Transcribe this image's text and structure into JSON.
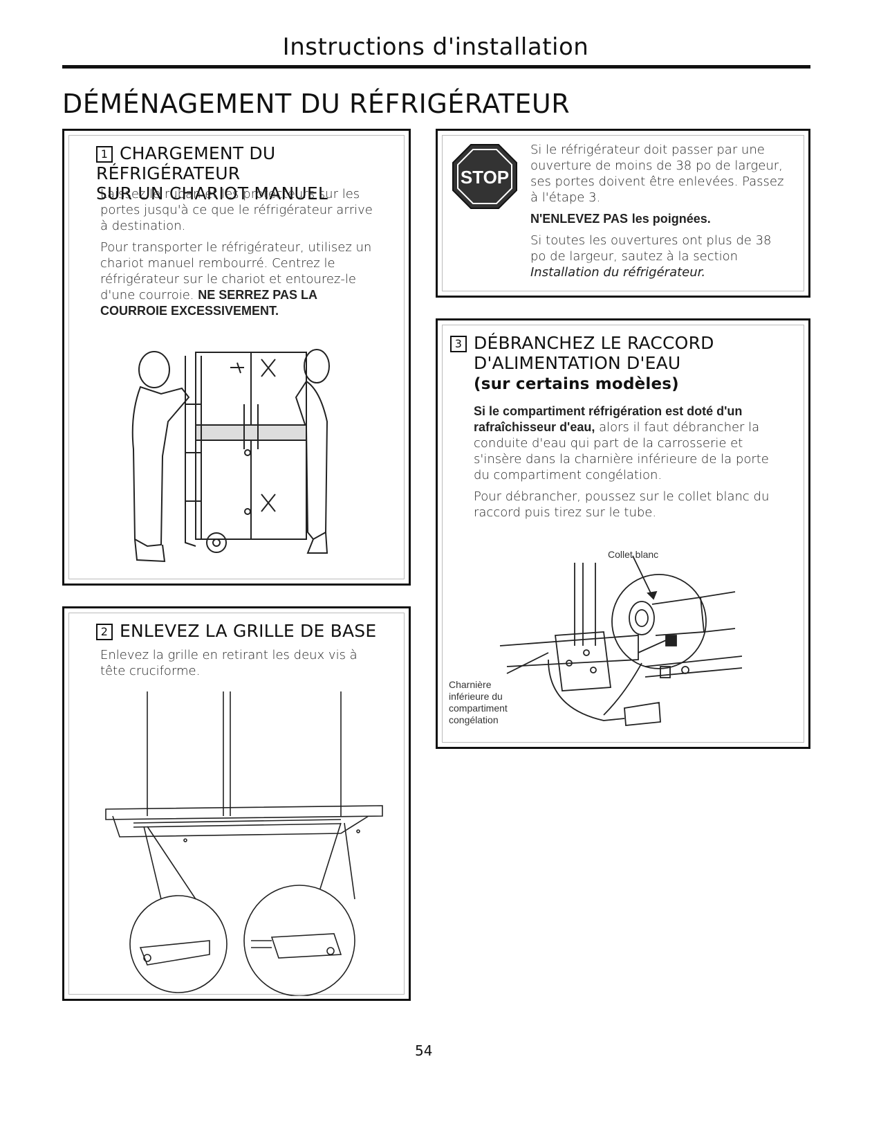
{
  "header": "Instructions d'installation",
  "page_title": "DÉMÉNAGEMENT DU RÉFRIGÉRATEUR",
  "step1": {
    "number": "1",
    "title_line1": "CHARGEMENT DU RÉFRIGÉRATEUR",
    "title_line2": "SUR UN CHARIOT MANUEL",
    "para1": "Laissez le ruban et les protecteurs sur les portes jusqu'à ce que le réfrigérateur arrive à destination.",
    "para2_text": "Pour transporter le réfrigérateur, utilisez un chariot manuel rembourré. Centrez le réfrigérateur sur le chariot et entourez-le d'une courroie.",
    "para2_bold": "NE SERREZ PAS LA COURROIE EXCESSIVEMENT."
  },
  "step2": {
    "number": "2",
    "title": "ENLEVEZ LA GRILLE DE BASE",
    "para": "Enlevez la grille en retirant les deux vis à tête cruciforme."
  },
  "stop": {
    "sign": "STOP",
    "para1": "Si le réfrigérateur doit passer par une ouverture de moins de 38 po de largeur, ses portes doivent être enlevées. Passez à l'étape 3.",
    "warning_bold": "N'ENLEVEZ PAS",
    "warning_rest": "les poignées.",
    "para2": "Si toutes les ouvertures ont plus de 38 po de largeur, sautez à la section",
    "para2_italic": "Installation du réfrigérateur."
  },
  "step3": {
    "number": "3",
    "title_line1": "DÉBRANCHEZ LE RACCORD",
    "title_line2": "D'ALIMENTATION D'EAU",
    "subtitle": "(sur certains modèles)",
    "para1_bold": "Si le compartiment réfrigération est doté d'un rafraîchisseur d'eau,",
    "para1_rest": "alors il faut débrancher la conduite d'eau qui part de la carrosserie et s'insère dans la charnière inférieure de la porte du compartiment congélation.",
    "para2": "Pour débrancher, poussez sur le collet blanc du raccord puis tirez sur le tube.",
    "label_collet": "Collet blanc",
    "label_charniere": "Charnière inférieure du compartiment congélation"
  },
  "page_number": "54"
}
